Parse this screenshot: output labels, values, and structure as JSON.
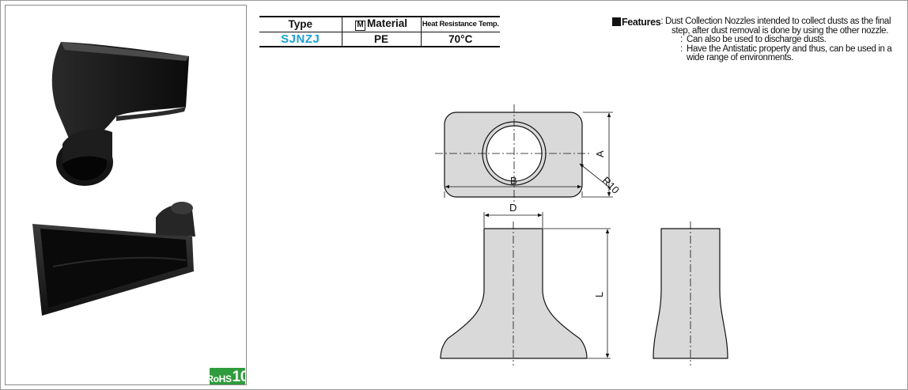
{
  "spec_table": {
    "headers": {
      "type": "Type",
      "material_badge": "M",
      "material": "Material",
      "heat": "Heat Resistance Temp."
    },
    "row": {
      "type": "SJNZJ",
      "material": "PE",
      "heat": "70°C"
    }
  },
  "features": {
    "label": "Features",
    "items": [
      "Dust Collection Nozzles intended to collect dusts as the final step, after dust removal is done by using the other nozzle.",
      "Can also be used to discharge dusts.",
      "Have the Antistatic property and thus, can be used in a wide range of environments."
    ]
  },
  "badge": {
    "rohs": "RoHS",
    "number": "10"
  },
  "drawing": {
    "dims": {
      "a": "A",
      "b": "B",
      "r": "R10",
      "d": "D",
      "l": "L"
    }
  },
  "colors": {
    "type_blue": "#1aa1d6",
    "part_fill": "#d9d9d9",
    "badge_green": "#2e9c3c"
  }
}
